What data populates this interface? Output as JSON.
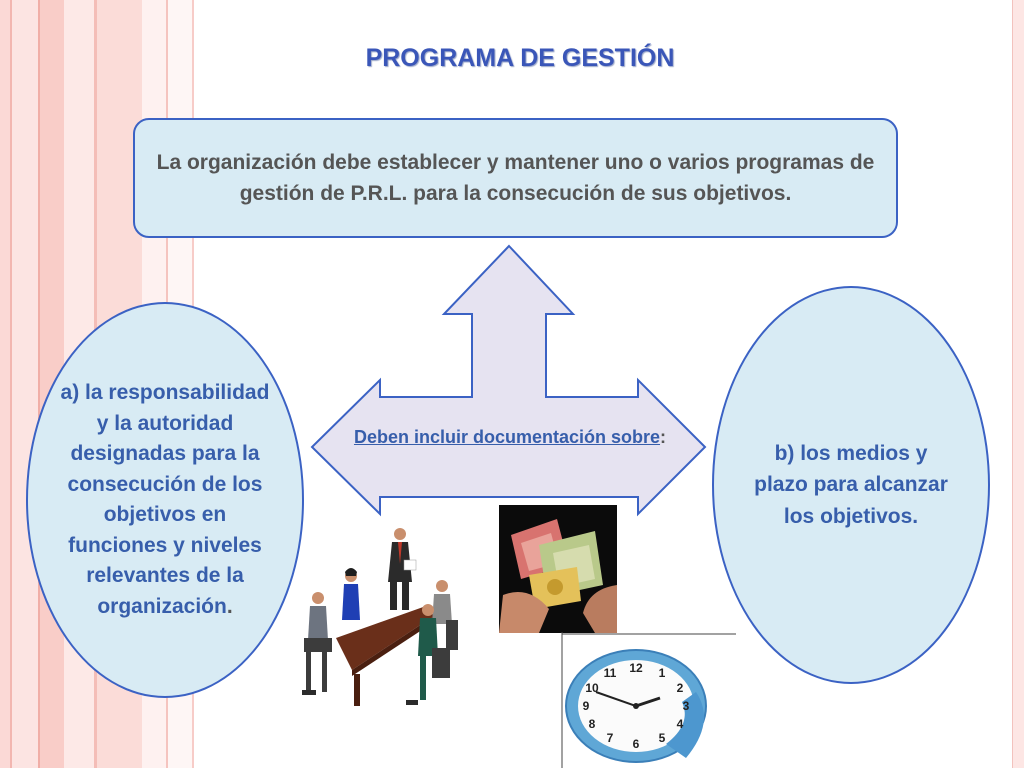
{
  "slide": {
    "title": "PROGRAMA DE GESTIÓN",
    "top_box_text": "La organización debe establecer y mantener uno o varios programas de gestión de P.R.L. para la consecución de sus objetivos.",
    "left_oval_text": "a) la responsabilidad y la autoridad designadas para la consecución de los objetivos en funciones y niveles relevantes de la organización",
    "left_oval_suffix": ".",
    "right_oval_text": "b) los medios y plazo para alcanzar los objetivos.",
    "arrow_text": "Deben incluir documentación sobre",
    "arrow_suffix": ":"
  },
  "clock": {
    "numbers": [
      "12",
      "1",
      "2",
      "3",
      "4",
      "5",
      "6",
      "7",
      "8",
      "9",
      "10",
      "11"
    ]
  },
  "colors": {
    "title": "#3a56b8",
    "box_fill": "#d8ebf4",
    "box_border": "#3b62c4",
    "arrow_fill": "#e6e3f1",
    "body_text": "#555555",
    "oval_text": "#375eab"
  }
}
